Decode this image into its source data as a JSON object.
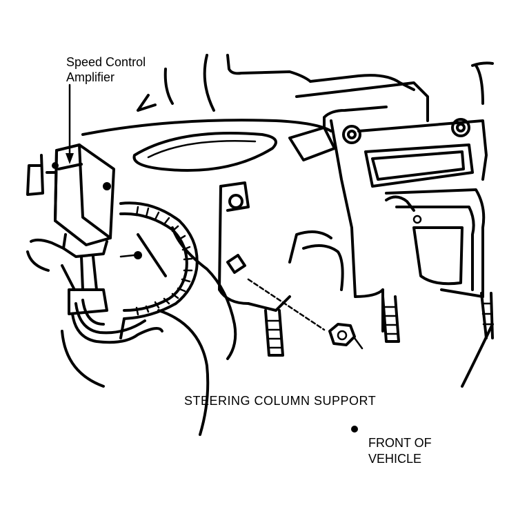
{
  "labels": {
    "speed_control_amplifier_line1": "Speed Control",
    "speed_control_amplifier_line2": "Amplifier",
    "steering_column_support": "STEERING COLUMN SUPPORT",
    "front_of_vehicle_line1": "FRONT OF",
    "front_of_vehicle_line2": "VEHICLE"
  },
  "colors": {
    "ink": "#000000",
    "paper": "#ffffff"
  }
}
